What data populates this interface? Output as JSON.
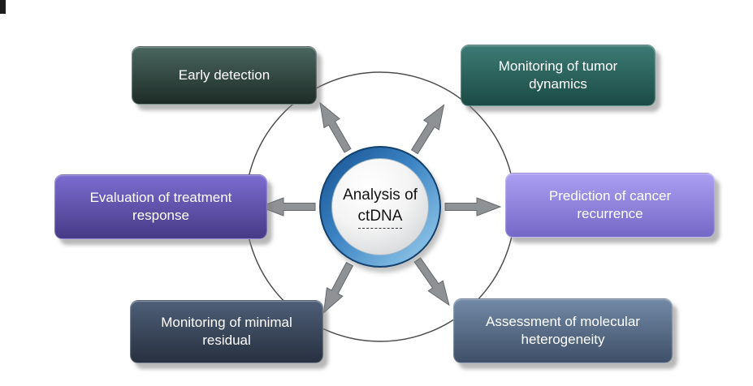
{
  "figure": {
    "center": {
      "line1": "Analysis of",
      "line2": "ctDNA"
    },
    "nodes": [
      {
        "label": "Early detection",
        "color_top": "#4a665f",
        "color_bottom": "#1e2c27"
      },
      {
        "label": "Monitoring of tumor dynamics",
        "color_top": "#3d7b74",
        "color_bottom": "#1b4a45"
      },
      {
        "label": "Evaluation of treatment response",
        "color_top": "#7b6cd0",
        "color_bottom": "#473a86"
      },
      {
        "label": "Prediction of cancer recurrence",
        "color_top": "#ab9ff2",
        "color_bottom": "#7567c6"
      },
      {
        "label": "Monitoring of minimal residual",
        "color_top": "#4e5f78",
        "color_bottom": "#27303f"
      },
      {
        "label": "Assessment of molecular heterogeneity",
        "color_top": "#7289a6",
        "color_bottom": "#3f5068"
      }
    ],
    "colors": {
      "ring_outer": "#12416e",
      "ring_gradient_light": "#9ed2ee",
      "ring_gradient_dark": "#16508f",
      "orbit_circle": "#4d4d4d",
      "arrow_fill": "#8f9295",
      "arrow_stroke": "#65686b"
    }
  }
}
